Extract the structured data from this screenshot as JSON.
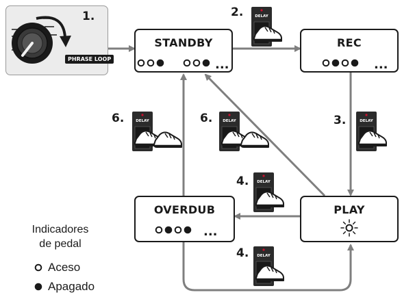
{
  "knob": {
    "label": "PHRASE LOOP"
  },
  "pedal_label": "DELAY",
  "states": {
    "standby": {
      "title": "STANDBY"
    },
    "rec": {
      "title": "REC"
    },
    "overdub": {
      "title": "OVERDUB"
    },
    "play": {
      "title": "PLAY"
    }
  },
  "ellipsis": "...",
  "steps": {
    "s1": "1.",
    "s2": "2.",
    "s3": "3.",
    "s4a": "4.",
    "s4b": "4.",
    "s6a": "6.",
    "s6b": "6."
  },
  "legend": {
    "title_line1": "Indicadores",
    "title_line2": "de pedal",
    "lit": "Aceso",
    "unlit": "Apagado"
  },
  "indicators": {
    "standby_group1": [
      "lit",
      "lit",
      "unlit"
    ],
    "standby_group2": [
      "lit",
      "lit",
      "unlit"
    ],
    "rec": [
      "lit",
      "unlit",
      "lit",
      "unlit"
    ],
    "overdub": [
      "lit",
      "unlit",
      "lit",
      "unlit"
    ],
    "play": "blinking"
  },
  "colors": {
    "line": "#1a1a1a",
    "arrow": "#7f7f7f",
    "panel": "#ececec",
    "pedal_body": "#2b2b2b",
    "pedal_led": "#c8102e"
  }
}
